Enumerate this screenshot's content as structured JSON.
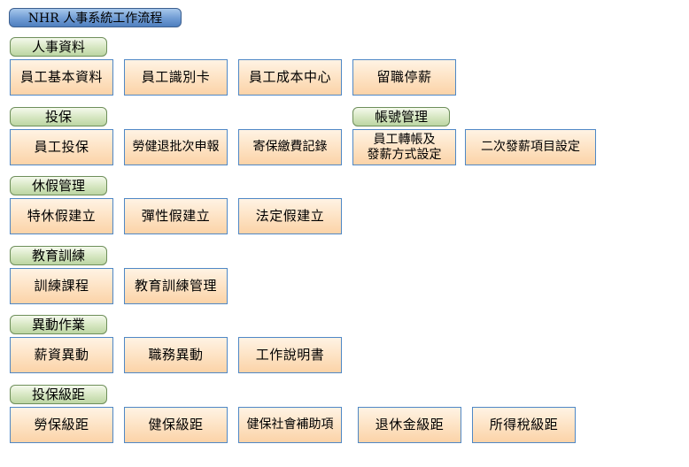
{
  "title": "NHR 人事系統工作流程",
  "sections": {
    "personnel": {
      "label": "人事資料",
      "items": [
        "員工基本資料",
        "員工識別卡",
        "員工成本中心",
        "留職停薪"
      ]
    },
    "insurance": {
      "label": "投保",
      "items": [
        "員工投保",
        "勞健退批次申報",
        "寄保繳費記錄"
      ]
    },
    "account": {
      "label": "帳號管理",
      "items": [
        "員工轉帳及\n發薪方式設定",
        "二次發薪項目設定"
      ]
    },
    "leave": {
      "label": "休假管理",
      "items": [
        "特休假建立",
        "彈性假建立",
        "法定假建立"
      ]
    },
    "training": {
      "label": "教育訓練",
      "items": [
        "訓練課程",
        "教育訓練管理"
      ]
    },
    "transfer": {
      "label": "異動作業",
      "items": [
        "薪資異動",
        "職務異動",
        "工作說明書"
      ]
    },
    "grades": {
      "label": "投保級距",
      "items": [
        "勞保級距",
        "健保級距",
        "健保社會補助項",
        "退休金級距",
        "所得稅級距"
      ]
    }
  }
}
